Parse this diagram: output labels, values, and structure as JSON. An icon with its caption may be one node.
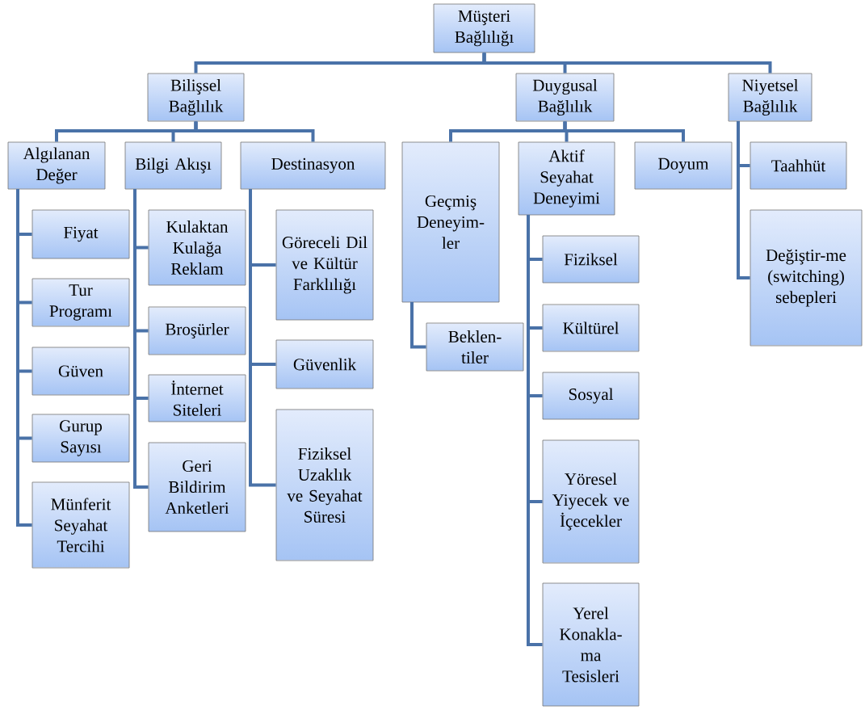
{
  "diagram": {
    "nodes": [
      {
        "text": [
          "Müşteri Bağlılığı"
        ]
      },
      {
        "text": [
          "Bilişsel Bağlılık"
        ]
      },
      {
        "text": [
          "Duygusal Bağlılık"
        ]
      },
      {
        "text": [
          "Niyetsel Bağlılık"
        ]
      },
      {
        "text": [
          "Algılanan Değer"
        ]
      },
      {
        "text": [
          "Bilgi Akışı"
        ]
      },
      {
        "text": [
          "Destinasyon"
        ]
      },
      {
        "text": [
          "Fiyat"
        ]
      },
      {
        "text": [
          "Tur Programı"
        ]
      },
      {
        "text": [
          "Güven"
        ]
      },
      {
        "text": [
          "Gurup Sayısı"
        ]
      },
      {
        "text": [
          "Münferit Seyahat Tercihi"
        ]
      },
      {
        "text": [
          "Kulaktan Kulağa Reklam"
        ]
      },
      {
        "text": [
          "Broşürler"
        ]
      },
      {
        "text": [
          "İnternet Siteleri"
        ]
      },
      {
        "text": [
          "Geri Bildirim Anketleri"
        ]
      },
      {
        "text": [
          "Göreceli Dil ve Kültür Farklılığı"
        ]
      },
      {
        "text": [
          "Güvenlik"
        ]
      },
      {
        "text": [
          "Fiziksel Uzaklık ve Seyahat Süresi"
        ]
      },
      {
        "text": [
          "Geçmiş Deneyim-ler"
        ]
      },
      {
        "text": [
          "Beklen-tiler"
        ]
      },
      {
        "text": [
          "Aktif Seyahat Deneyimi"
        ]
      },
      {
        "text": [
          "Doyum"
        ]
      },
      {
        "text": [
          "Taahhüt"
        ]
      },
      {
        "text": [
          "Değiştir-me (switching) sebepleri"
        ]
      },
      {
        "text": [
          "Fiziksel"
        ]
      },
      {
        "text": [
          "Kültürel"
        ]
      },
      {
        "text": [
          "Sosyal"
        ]
      },
      {
        "text": [
          "Yöresel Yiyecek ve İçecekler"
        ]
      },
      {
        "text": [
          "Yerel Konakla-ma Tesisleri"
        ]
      }
    ],
    "edges": [
      {
        "from": 0,
        "to": 1,
        "arrow": "none"
      },
      {
        "from": 0,
        "to": 2,
        "arrow": "none"
      },
      {
        "from": 0,
        "to": 3,
        "arrow": "none"
      },
      {
        "from": 1,
        "to": 4,
        "arrow": "none"
      },
      {
        "from": 1,
        "to": 5,
        "arrow": "none"
      },
      {
        "from": 1,
        "to": 6,
        "arrow": "none"
      },
      {
        "from": 4,
        "to": 7,
        "arrow": "none"
      },
      {
        "from": 4,
        "to": 8,
        "arrow": "none"
      },
      {
        "from": 4,
        "to": 9,
        "arrow": "none"
      },
      {
        "from": 4,
        "to": 10,
        "arrow": "none"
      },
      {
        "from": 4,
        "to": 11,
        "arrow": "none"
      },
      {
        "from": 5,
        "to": 12,
        "arrow": "none"
      },
      {
        "from": 5,
        "to": 13,
        "arrow": "none"
      },
      {
        "from": 5,
        "to": 14,
        "arrow": "none"
      },
      {
        "from": 5,
        "to": 15,
        "arrow": "none"
      },
      {
        "from": 6,
        "to": 16,
        "arrow": "none"
      },
      {
        "from": 6,
        "to": 17,
        "arrow": "none"
      },
      {
        "from": 6,
        "to": 18,
        "arrow": "none"
      },
      {
        "from": 2,
        "to": 19,
        "arrow": "none"
      },
      {
        "from": 2,
        "to": 21,
        "arrow": "none"
      },
      {
        "from": 2,
        "to": 22,
        "arrow": "none"
      },
      {
        "from": 19,
        "to": 20,
        "arrow": "none"
      },
      {
        "from": 21,
        "to": 25,
        "arrow": "none"
      },
      {
        "from": 21,
        "to": 26,
        "arrow": "none"
      },
      {
        "from": 21,
        "to": 27,
        "arrow": "none"
      },
      {
        "from": 21,
        "to": 28,
        "arrow": "none"
      },
      {
        "from": 21,
        "to": 29,
        "arrow": "none"
      },
      {
        "from": 3,
        "to": 23,
        "arrow": "none"
      },
      {
        "from": 3,
        "to": 24,
        "arrow": "none"
      }
    ]
  }
}
